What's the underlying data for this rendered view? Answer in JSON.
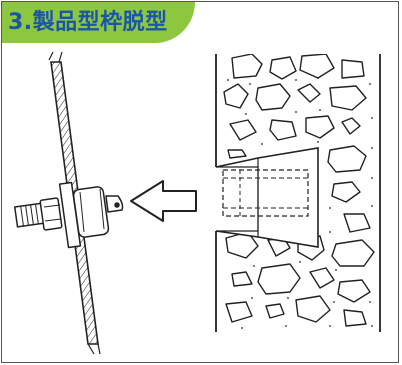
{
  "title": {
    "text": "3.製品型枠脱型",
    "accent_color": "#8DC63F",
    "text_color": "#1A56A8"
  },
  "diagram": {
    "elements": [
      "formwork-panel",
      "anchor-bolt-assembly",
      "direction-arrow",
      "concrete-wall",
      "embedded-sleeve-cavity"
    ]
  },
  "colors": {
    "line": "#222222",
    "background": "#ffffff"
  }
}
